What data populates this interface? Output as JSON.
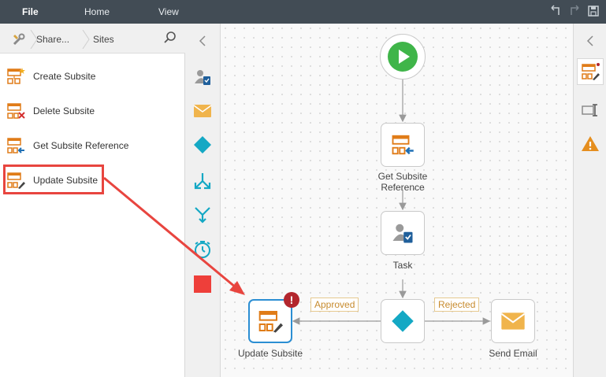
{
  "menu": {
    "file": "File",
    "home": "Home",
    "view": "View"
  },
  "breadcrumb": {
    "share": "Share...",
    "sites": "Sites"
  },
  "actions": [
    {
      "label": "Create Subsite",
      "icon": "create-subsite-icon"
    },
    {
      "label": "Delete Subsite",
      "icon": "delete-subsite-icon"
    },
    {
      "label": "Get Subsite Reference",
      "icon": "get-subsite-reference-icon"
    },
    {
      "label": "Update Subsite",
      "icon": "update-subsite-icon"
    }
  ],
  "workflow": {
    "get_ref_line1": "Get Subsite",
    "get_ref_line2": "Reference",
    "task": "Task",
    "update": "Update Subsite",
    "send_email": "Send Email",
    "approved": "Approved",
    "rejected": "Rejected",
    "error_badge": "!"
  },
  "colors": {
    "accent_orange": "#e07c18",
    "start_green": "#3fb549",
    "decision_teal": "#14a8c4",
    "highlight_red": "#e8453f",
    "selected_blue": "#2b8ed3"
  }
}
